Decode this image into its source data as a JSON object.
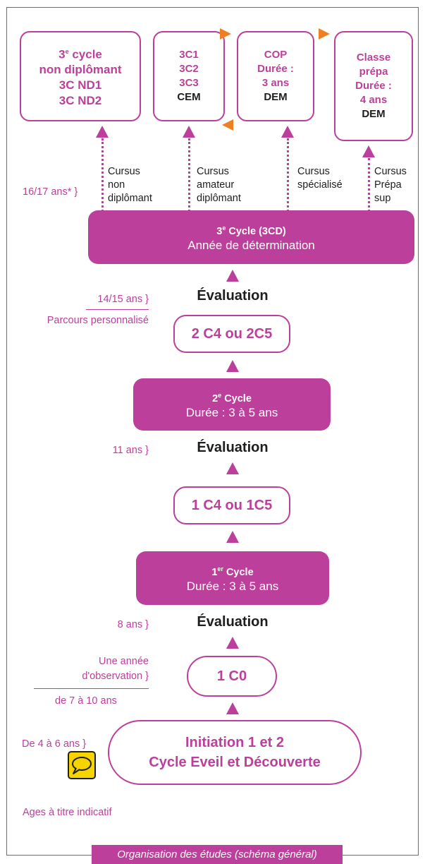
{
  "top_boxes": {
    "nd": {
      "line1": "3",
      "sup": "e",
      "line1_rest": " cycle",
      "line2": "non diplômant",
      "line3": "3C ND1",
      "line4": "3C ND2"
    },
    "cem": {
      "line1": "3C1",
      "line2": "3C2",
      "line3": "3C3",
      "line4": "CEM"
    },
    "cop": {
      "line1": "COP",
      "line2": "Durée :",
      "line3": "3 ans",
      "line4": "DEM"
    },
    "prepa": {
      "line1": "Classe",
      "line2": "prépa",
      "line3": "Durée :",
      "line4": "4 ans",
      "line5": "DEM"
    }
  },
  "paths": {
    "nd": {
      "l1": "Cursus",
      "l2": "non",
      "l3": "diplômant"
    },
    "amateur": {
      "l1": "Cursus",
      "l2": "amateur",
      "l3": "diplômant"
    },
    "specialise": {
      "l1": "Cursus",
      "l2": "spécialisé"
    },
    "prepa": {
      "l1": "Cursus",
      "l2": "Prépa",
      "l3": "sup"
    }
  },
  "cycle3": {
    "sup_num": "3",
    "sup": "e",
    "title_rest": " Cycle (3CD)",
    "subtitle": "Année de détermination"
  },
  "evaluation": "Évaluation",
  "box_2c": "2 C4 ou 2C5",
  "cycle2": {
    "sup_num": "2",
    "sup": "e",
    "title_rest": " Cycle",
    "subtitle": "Durée : 3 à 5 ans"
  },
  "box_1c": "1 C4 ou 1C5",
  "cycle1": {
    "sup_num": "1",
    "sup": "er",
    "title_rest": " Cycle",
    "subtitle": "Durée : 3 à 5 ans"
  },
  "box_c0": "1 C0",
  "initiation": {
    "line1": "Initiation 1 et 2",
    "line2": "Cycle Eveil et Découverte"
  },
  "ages": {
    "a1617": "16/17 ans* }",
    "a1415": "14/15 ans }",
    "parcours": "Parcours personnalisé",
    "a11": "11 ans  }",
    "a8": "8 ans }",
    "obs1": "Une année",
    "obs2": "d'observation }",
    "a710": "de 7 à 10 ans",
    "a46": "De 4 à 6 ans }"
  },
  "footnote": "Ages à titre indicatif",
  "caption": "Organisation des études (schéma général)",
  "colors": {
    "magenta": "#bc3f9b",
    "orange": "#ee7f22",
    "note_yellow": "#f5d400"
  },
  "icons": {
    "note": "speech-bubble-icon"
  }
}
